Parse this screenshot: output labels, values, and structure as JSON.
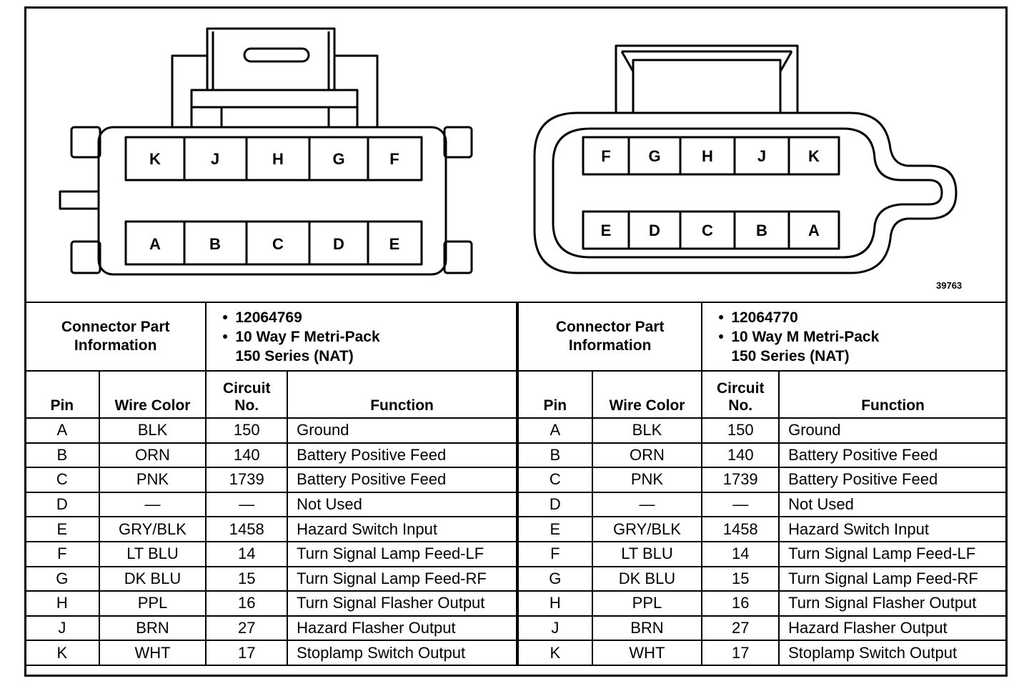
{
  "figure_id": "39763",
  "connector_f": {
    "top_pins": [
      "K",
      "J",
      "H",
      "G",
      "F"
    ],
    "bottom_pins": [
      "A",
      "B",
      "C",
      "D",
      "E"
    ]
  },
  "connector_m": {
    "top_pins": [
      "F",
      "G",
      "H",
      "J",
      "K"
    ],
    "bottom_pins": [
      "E",
      "D",
      "C",
      "B",
      "A"
    ]
  },
  "left_table": {
    "info_label_1": "Connector Part",
    "info_label_2": "Information",
    "part_number": "12064769",
    "desc_line_1": "10 Way F Metri-Pack",
    "desc_line_2": "150 Series (NAT)",
    "headers": {
      "pin": "Pin",
      "wire_color": "Wire Color",
      "circuit_1": "Circuit",
      "circuit_2": "No.",
      "function": "Function"
    },
    "rows": [
      {
        "pin": "A",
        "wire": "BLK",
        "circuit": "150",
        "function": "Ground"
      },
      {
        "pin": "B",
        "wire": "ORN",
        "circuit": "140",
        "function": "Battery Positive Feed"
      },
      {
        "pin": "C",
        "wire": "PNK",
        "circuit": "1739",
        "function": "Battery Positive Feed"
      },
      {
        "pin": "D",
        "wire": "—",
        "circuit": "—",
        "function": "Not Used"
      },
      {
        "pin": "E",
        "wire": "GRY/BLK",
        "circuit": "1458",
        "function": "Hazard Switch Input"
      },
      {
        "pin": "F",
        "wire": "LT BLU",
        "circuit": "14",
        "function": "Turn Signal Lamp Feed-LF"
      },
      {
        "pin": "G",
        "wire": "DK BLU",
        "circuit": "15",
        "function": "Turn Signal Lamp Feed-RF"
      },
      {
        "pin": "H",
        "wire": "PPL",
        "circuit": "16",
        "function": "Turn Signal Flasher Output"
      },
      {
        "pin": "J",
        "wire": "BRN",
        "circuit": "27",
        "function": "Hazard Flasher Output"
      },
      {
        "pin": "K",
        "wire": "WHT",
        "circuit": "17",
        "function": "Stoplamp Switch Output"
      }
    ]
  },
  "right_table": {
    "info_label_1": "Connector Part",
    "info_label_2": "Information",
    "part_number": "12064770",
    "desc_line_1": "10 Way M Metri-Pack",
    "desc_line_2": "150 Series (NAT)",
    "headers": {
      "pin": "Pin",
      "wire_color": "Wire Color",
      "circuit_1": "Circuit",
      "circuit_2": "No.",
      "function": "Function"
    },
    "rows": [
      {
        "pin": "A",
        "wire": "BLK",
        "circuit": "150",
        "function": "Ground"
      },
      {
        "pin": "B",
        "wire": "ORN",
        "circuit": "140",
        "function": "Battery Positive Feed"
      },
      {
        "pin": "C",
        "wire": "PNK",
        "circuit": "1739",
        "function": "Battery Positive Feed"
      },
      {
        "pin": "D",
        "wire": "—",
        "circuit": "—",
        "function": "Not Used"
      },
      {
        "pin": "E",
        "wire": "GRY/BLK",
        "circuit": "1458",
        "function": "Hazard Switch Input"
      },
      {
        "pin": "F",
        "wire": "LT BLU",
        "circuit": "14",
        "function": "Turn Signal Lamp Feed-LF"
      },
      {
        "pin": "G",
        "wire": "DK BLU",
        "circuit": "15",
        "function": "Turn Signal Lamp Feed-RF"
      },
      {
        "pin": "H",
        "wire": "PPL",
        "circuit": "16",
        "function": "Turn Signal Flasher Output"
      },
      {
        "pin": "J",
        "wire": "BRN",
        "circuit": "27",
        "function": "Hazard Flasher Output"
      },
      {
        "pin": "K",
        "wire": "WHT",
        "circuit": "17",
        "function": "Stoplamp Switch Output"
      }
    ]
  }
}
